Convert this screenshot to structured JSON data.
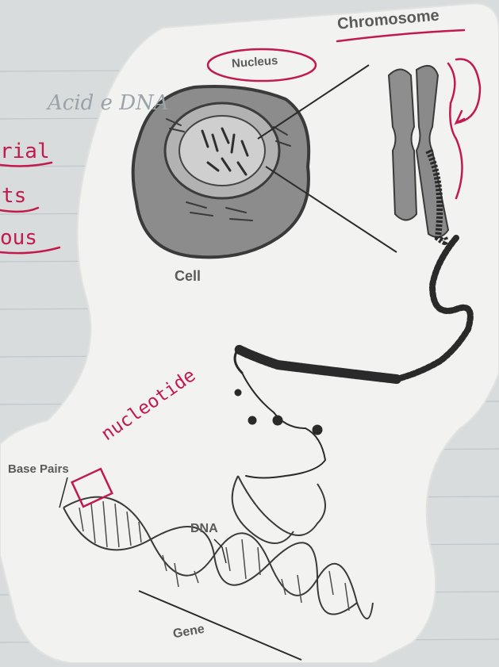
{
  "labels": {
    "chromosome": "Chromosome",
    "nucleus": "Nucleus",
    "cell": "Cell",
    "base_pairs": "Base Pairs",
    "dna": "DNA",
    "gene": "Gene"
  },
  "annotations": {
    "nucleotide": "nucleotide",
    "margin_word_1": "rial",
    "margin_word_2": "ts",
    "margin_word_3": "ous"
  },
  "colors": {
    "ink": "#c21a4e",
    "paper": "#f2f3f1",
    "background": "#d9dcdc",
    "cell": "#8a8a8a"
  }
}
